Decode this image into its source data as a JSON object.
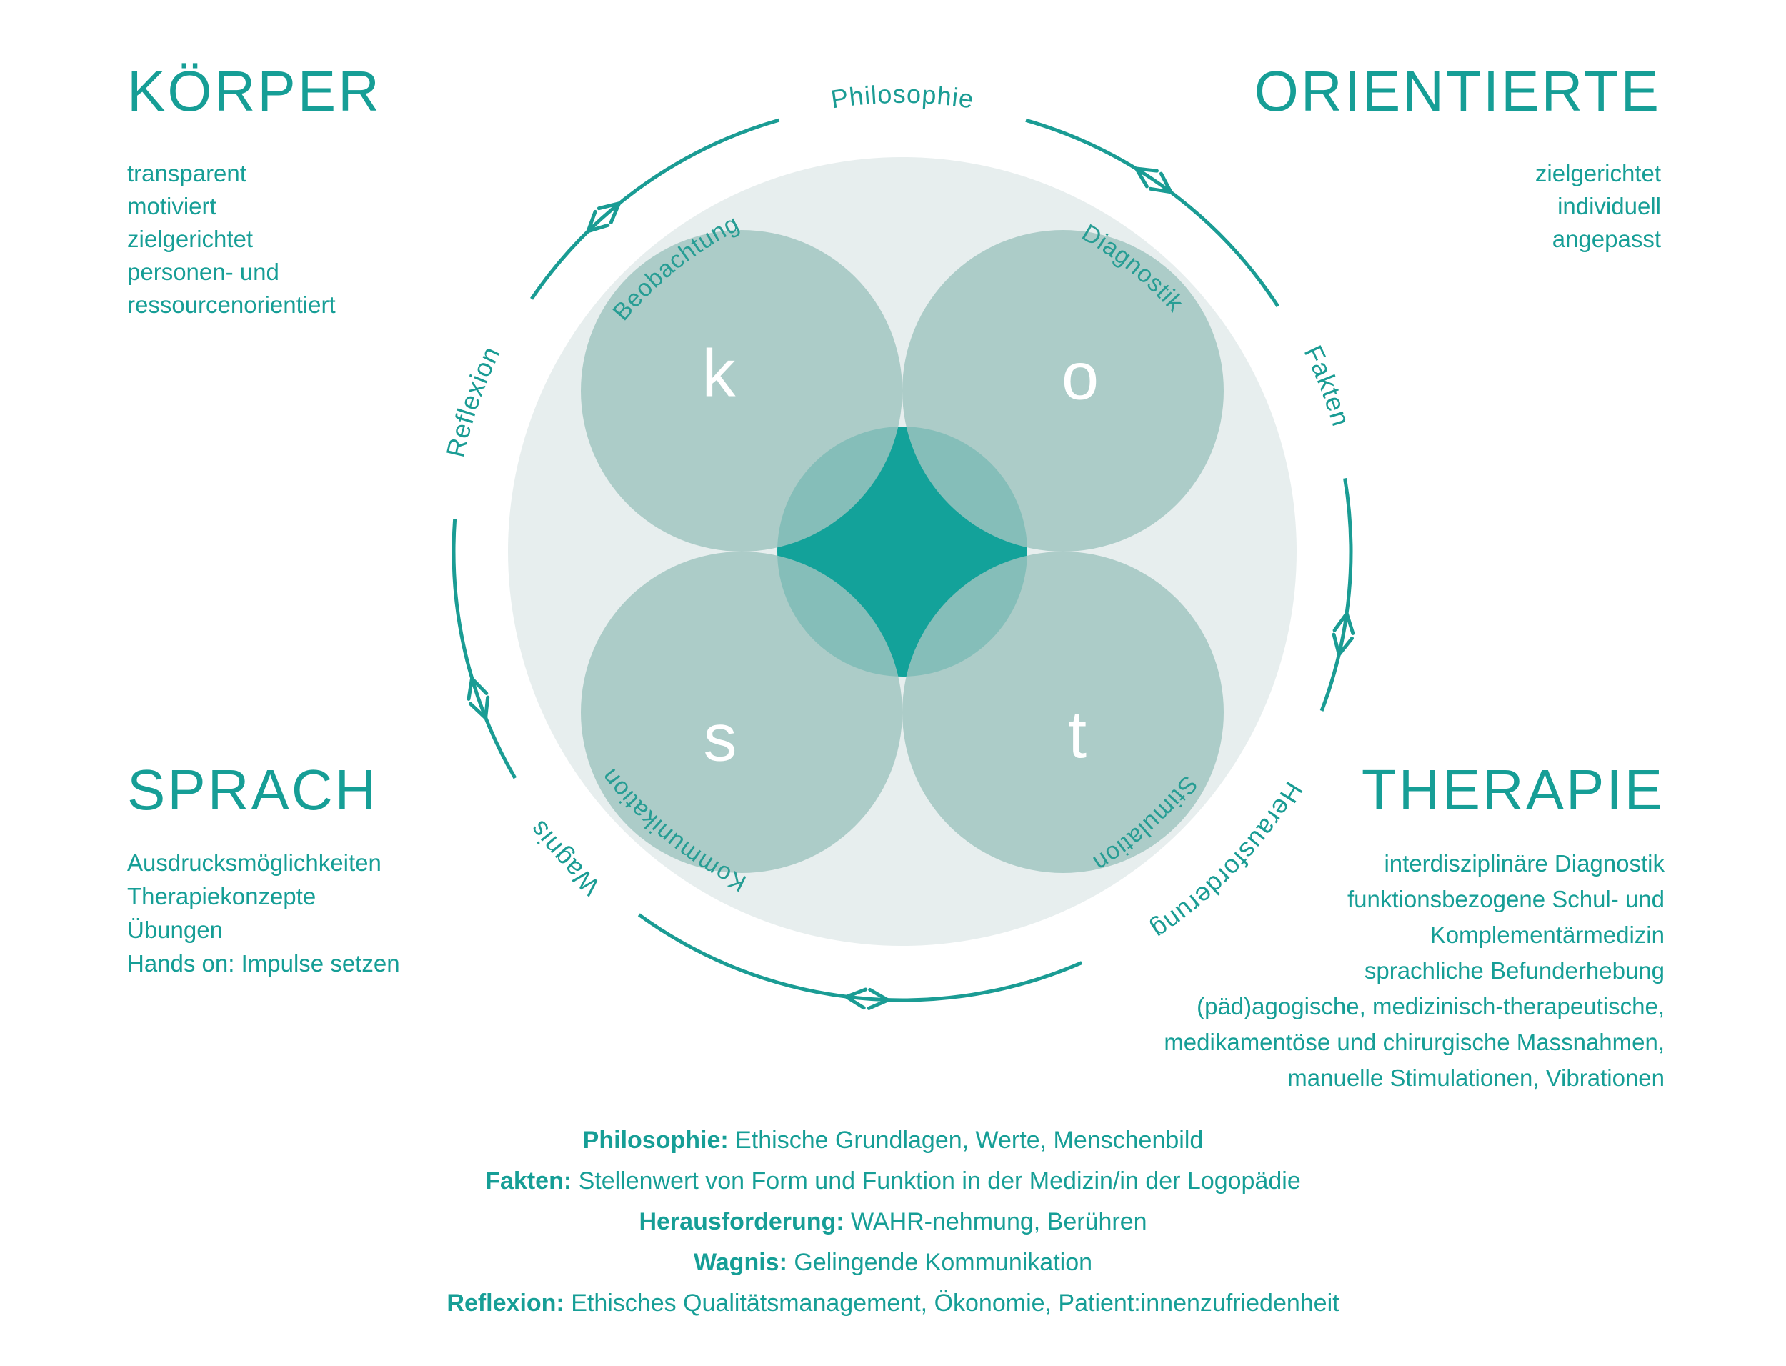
{
  "colors": {
    "text_teal": "#169e96",
    "ring_teal": "#1a9c94",
    "center_diamond": "#13a29a",
    "petal_circle": "#aecdc9",
    "background_circle": "#e7eeee",
    "letter_color": "#ffffff"
  },
  "corners": {
    "top_left": {
      "title": "KÖRPER",
      "items": [
        "transparent",
        "motiviert",
        "zielgerichtet",
        "personen- und",
        "ressourcenorientiert"
      ]
    },
    "top_right": {
      "title": "ORIENTIERTE",
      "items": [
        "zielgerichtet",
        "individuell",
        "angepasst"
      ]
    },
    "bottom_left": {
      "title": "SPRACH",
      "items": [
        "Ausdrucksmöglichkeiten",
        "Therapiekonzepte",
        "Übungen",
        "Hands on: Impulse setzen"
      ]
    },
    "bottom_right": {
      "title": "THERAPIE",
      "items": [
        "interdisziplinäre Diagnostik",
        "funktionsbezogene Schul- und",
        "Komplementärmedizin",
        "sprachliche Befunderhebung",
        "(päd)agogische, medizinisch-therapeutische,",
        "medikamentöse und chirurgische Massnahmen,",
        "manuelle Stimulationen, Vibrationen"
      ]
    }
  },
  "diagram": {
    "letters": [
      "k",
      "o",
      "s",
      "t"
    ],
    "ring_labels": [
      {
        "text": "Philosophie"
      },
      {
        "text": "Fakten"
      },
      {
        "text": "Herausforderung"
      },
      {
        "text": "Wagnis"
      },
      {
        "text": "Reflexion"
      }
    ],
    "inner_labels": [
      {
        "text": "Beobachtung"
      },
      {
        "text": "Diagnostik"
      },
      {
        "text": "Stimulation"
      },
      {
        "text": "Kommunikation"
      }
    ]
  },
  "legend": [
    {
      "term": "Philosophie:",
      "desc": " Ethische Grundlagen, Werte, Menschenbild"
    },
    {
      "term": "Fakten:",
      "desc": " Stellenwert von Form und Funktion in der Medizin/in der Logopädie"
    },
    {
      "term": "Herausforderung:",
      "desc": " WAHR-nehmung, Berühren"
    },
    {
      "term": "Wagnis:",
      "desc": " Gelingende Kommunikation"
    },
    {
      "term": "Reflexion:",
      "desc": " Ethisches Qualitätsmanagement, Ökonomie, Patient:innenzufriedenheit"
    }
  ]
}
